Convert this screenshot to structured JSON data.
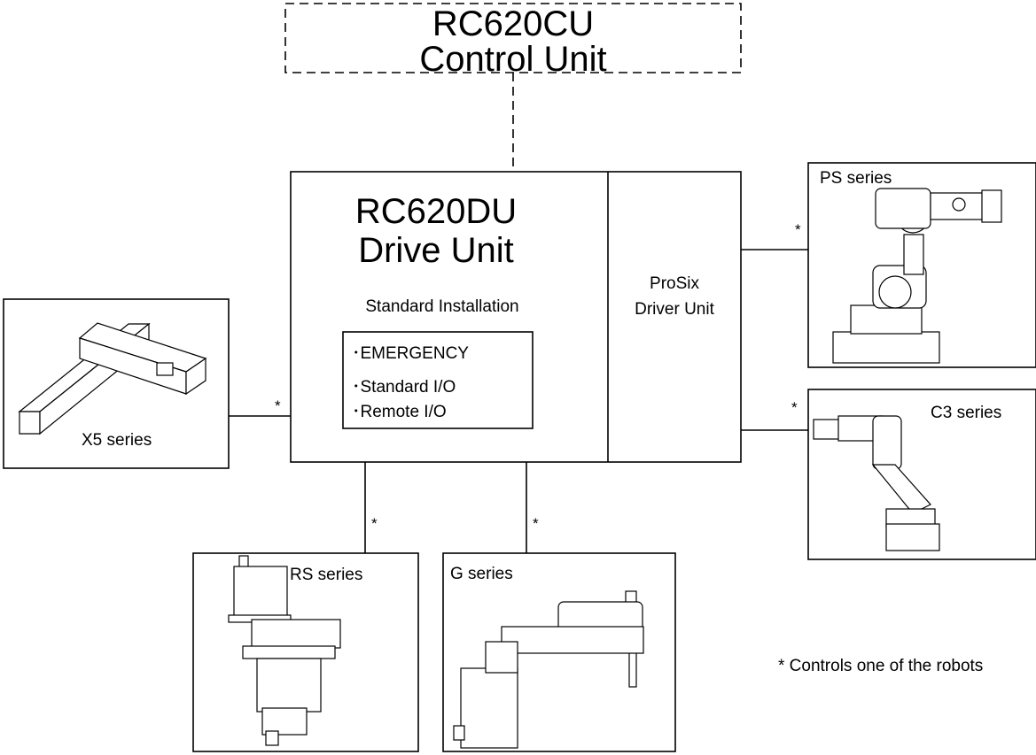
{
  "control_unit": {
    "model": "RC620CU",
    "name": "Control Unit"
  },
  "drive_unit": {
    "model": "RC620DU",
    "name": "Drive Unit",
    "subtitle": "Standard Installation",
    "features": [
      "･EMERGENCY",
      "･Standard I/O",
      "･Remote I/O"
    ]
  },
  "driver_unit": {
    "line1": "ProSix",
    "line2": "Driver Unit"
  },
  "robots": {
    "ps": "PS series",
    "c3": "C3 series",
    "x5": "X5 series",
    "rs": "RS series",
    "g": "G series"
  },
  "connection_mark": "*",
  "footnote": "* Controls one of the robots"
}
